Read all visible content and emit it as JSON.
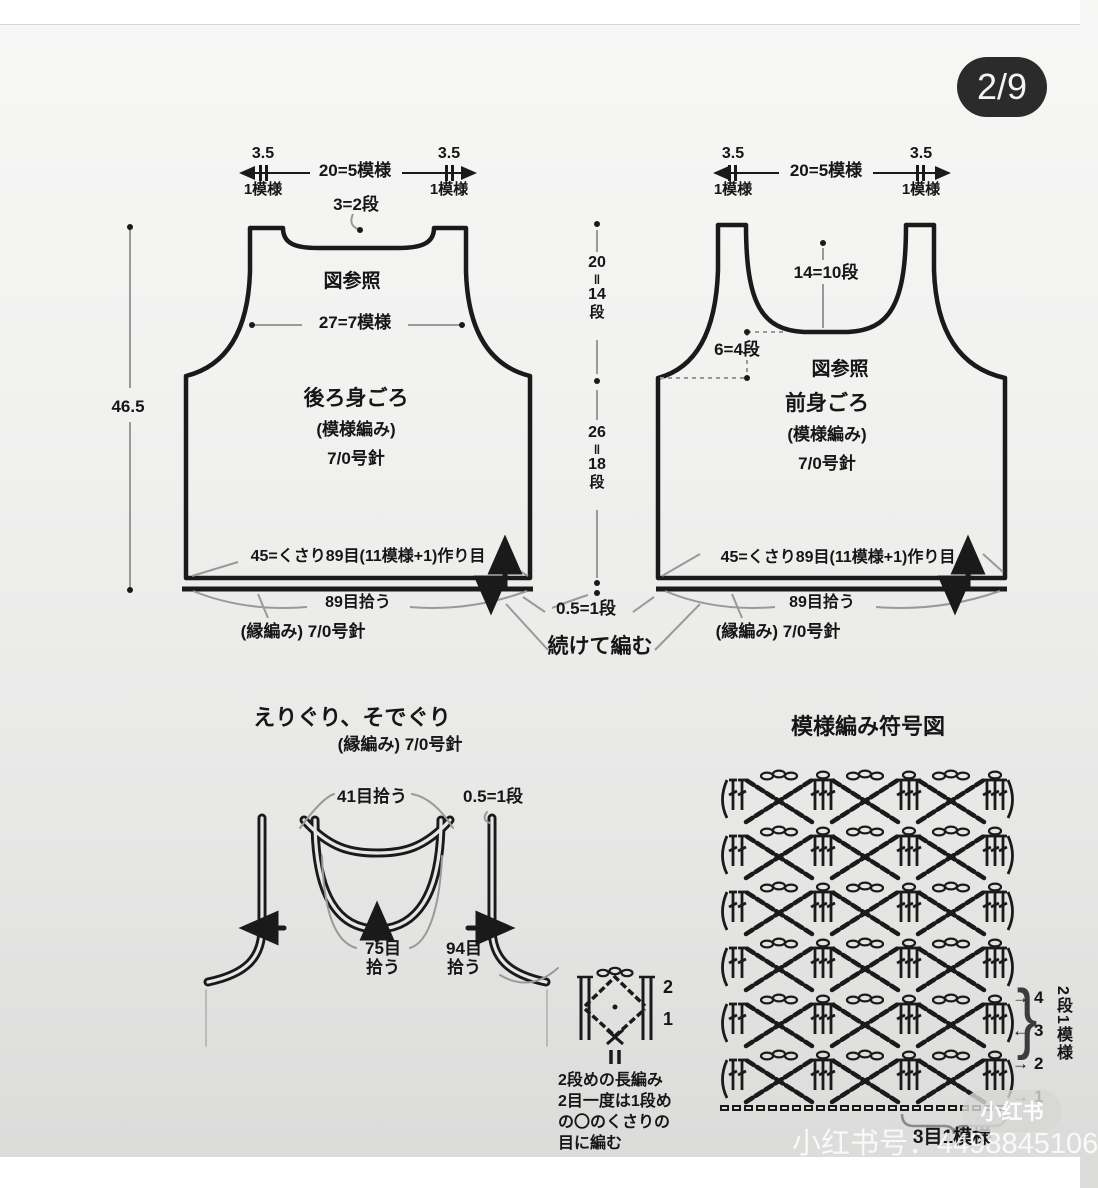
{
  "page": {
    "badge": "2/9"
  },
  "back": {
    "width_left": "3.5",
    "unit_left": "1模様",
    "width_top": "20=5模様",
    "width_right": "3.5",
    "unit_right": "1模様",
    "neck_drop": "3=2段",
    "see_diagram": "図参照",
    "shoulder_width": "27=7模様",
    "name": "後ろ身ごろ",
    "stitch": "(模様編み)",
    "hook": "7/0号針",
    "cast_on": "45=くさり89目(11模様+1)作り目",
    "pick_up": "89目拾う",
    "edging": "(縁編み) 7/0号針",
    "height": "46.5"
  },
  "front": {
    "width_left": "3.5",
    "unit_left": "1模様",
    "width_top": "20=5模様",
    "width_right": "3.5",
    "unit_right": "1模様",
    "neck_depth": "14=10段",
    "underarm": "6=4段",
    "see_diagram": "図参照",
    "name": "前身ごろ",
    "stitch": "(模様編み)",
    "hook": "7/0号針",
    "cast_on": "45=くさり89目(11模様+1)作り目",
    "pick_up": "89目拾う",
    "edging": "(縁編み) 7/0号針"
  },
  "center": {
    "upper": [
      "20",
      "‖",
      "14",
      "段"
    ],
    "lower": [
      "26",
      "‖",
      "18",
      "段"
    ],
    "half_row": "0.5=1段",
    "continue_knitting": "続けて編む"
  },
  "neck_armhole": {
    "title": "えりぐり、そでぐり",
    "subtitle": "(縁編み) 7/0号針",
    "neck_pick_up": "41目拾う",
    "half_row": "0.5=1段",
    "front_neck_pick_up": [
      "75目",
      "拾う"
    ],
    "armhole_pick_up": [
      "94目",
      "拾う"
    ]
  },
  "legend": {
    "row_2": "2",
    "row_1": "1",
    "note": [
      "2段めの長編み",
      "2目一度は1段め",
      "の〇のくさりの",
      "目に編む"
    ]
  },
  "symbol_chart": {
    "title": "模様編み符号図",
    "row_labels": [
      {
        "arrow": "→",
        "num": "4"
      },
      {
        "arrow": "←",
        "num": "3"
      },
      {
        "arrow": "→",
        "num": "2"
      },
      {
        "arrow": "→",
        "num": "1"
      }
    ],
    "repeat_rows": "2段1模様",
    "repeat_sts": "8目1模様"
  },
  "watermark": {
    "pill": "小红书",
    "id_text": "小红书号：4498845106"
  },
  "colors": {
    "ink": "#1a1a1a",
    "guide": "#999999",
    "badge_bg": "#2b2b2b"
  }
}
